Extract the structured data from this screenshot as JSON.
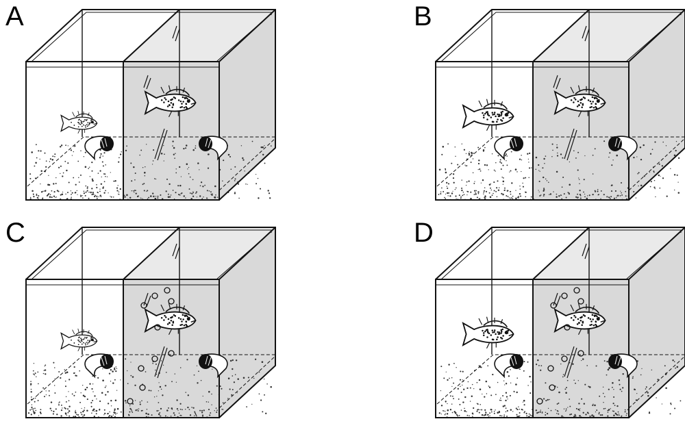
{
  "colors": {
    "background": "#ffffff",
    "line": "#111111",
    "shaded_compartment": "#d9d9d9",
    "sand_dots": "#333333"
  },
  "panels": [
    {
      "label": "A",
      "left_fish": "small",
      "bubbles": false
    },
    {
      "label": "B",
      "left_fish": "large",
      "bubbles": false
    },
    {
      "label": "C",
      "left_fish": "small",
      "bubbles": true
    },
    {
      "label": "D",
      "left_fish": "large",
      "bubbles": true
    }
  ]
}
